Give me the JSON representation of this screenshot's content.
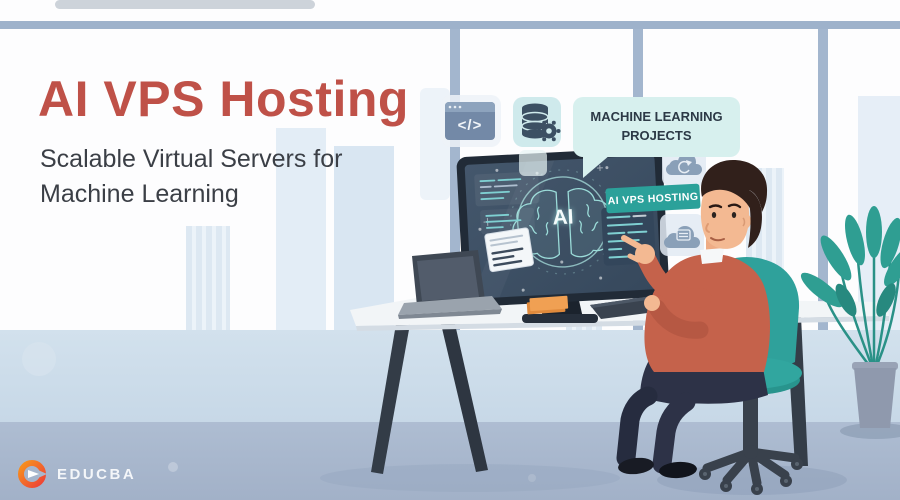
{
  "header": {
    "title": "AI VPS Hosting",
    "subtitle_line1": "Scalable Virtual Servers for",
    "subtitle_line2": "Machine Learning"
  },
  "scene": {
    "bubble_text": "MACHINE LEARNING PROJECTS",
    "badge_text": "AI VPS HOSTING",
    "screen_ai_label": "AI",
    "code_icon_glyph": "</>"
  },
  "footer": {
    "brand": "EDUCBA"
  },
  "colors": {
    "title_red": "#bf5148",
    "subtitle_gray": "#3b3f46",
    "badge_teal": "#2ba19a",
    "bubble_mint": "#d7f0ee",
    "screen_slate": "#415468",
    "screen_accent_teal": "#9bdcd9",
    "chair_teal": "#2fa19b",
    "sweater_terracotta": "#c5624b",
    "window_frame": "#9eb2cb",
    "wall_band": "#cbdcea",
    "floor": "#a8b7cd",
    "logo_red": "#ee4136",
    "logo_orange": "#f7941d"
  }
}
